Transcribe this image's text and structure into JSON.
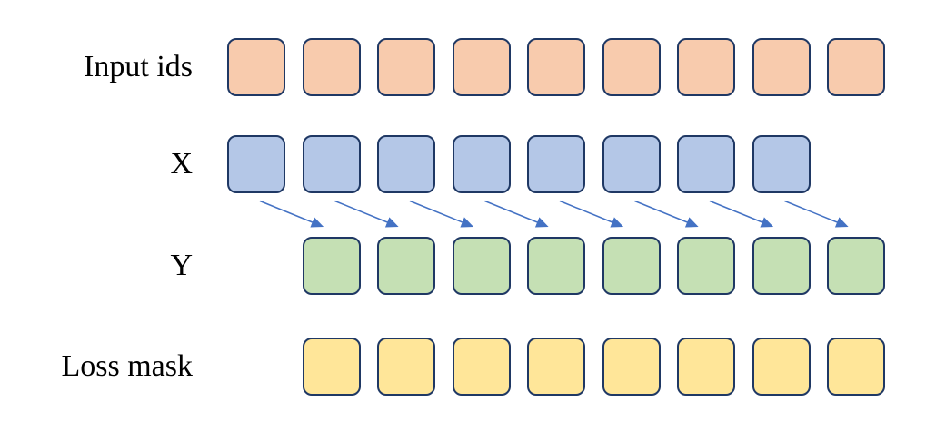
{
  "diagram": {
    "background": "#ffffff",
    "border_color": "#1F3864",
    "arrow_color": "#4472C4",
    "rows": [
      {
        "id": "input-ids",
        "label": "Input ids",
        "count": 9,
        "fill": "#F8CBAD",
        "offset": 0
      },
      {
        "id": "x",
        "label": "X",
        "count": 8,
        "fill": "#B4C7E7",
        "offset": 0
      },
      {
        "id": "y",
        "label": "Y",
        "count": 8,
        "fill": "#C5E0B4",
        "offset": 1
      },
      {
        "id": "loss-mask",
        "label": "Loss mask",
        "count": 8,
        "fill": "#FFE699",
        "offset": 1
      }
    ],
    "arrows": {
      "count": 8,
      "from_row": "x",
      "to_row": "y",
      "direction": "down-right"
    }
  }
}
